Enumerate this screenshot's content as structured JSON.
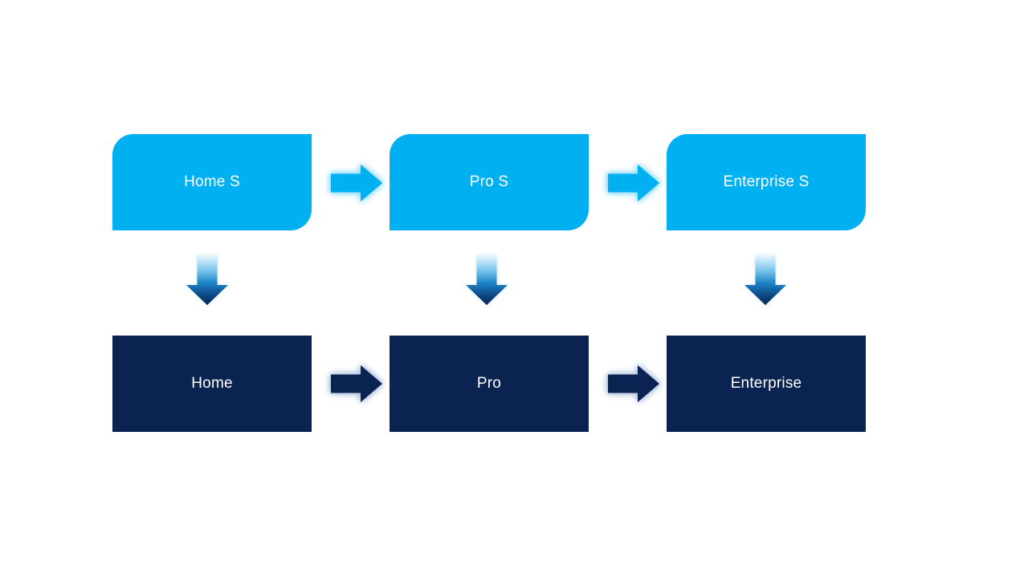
{
  "diagram": {
    "top_row": [
      {
        "label": "Home S"
      },
      {
        "label": "Pro S"
      },
      {
        "label": "Enterprise S"
      }
    ],
    "bottom_row": [
      {
        "label": "Home"
      },
      {
        "label": "Pro"
      },
      {
        "label": "Enterprise"
      }
    ],
    "colors": {
      "background": "#FFFFFF",
      "top_box": "#00B0F0",
      "bottom_box": "#0A2351",
      "top_arrow": "#00B0F0",
      "top_arrow_glow": "#8FDCF8",
      "bottom_arrow": "#0A2351",
      "bottom_arrow_glow": "#AFC3DF",
      "v_arrow_glow": "#CBE6F6",
      "v_arrow_stop_0": "#EAF6FD",
      "v_arrow_stop_1": "#7CC6EC",
      "v_arrow_stop_2": "#1D86C8",
      "v_arrow_stop_3": "#0D4D8C",
      "v_arrow_stop_4": "#0A2351",
      "text": "#FFFFFF"
    }
  }
}
